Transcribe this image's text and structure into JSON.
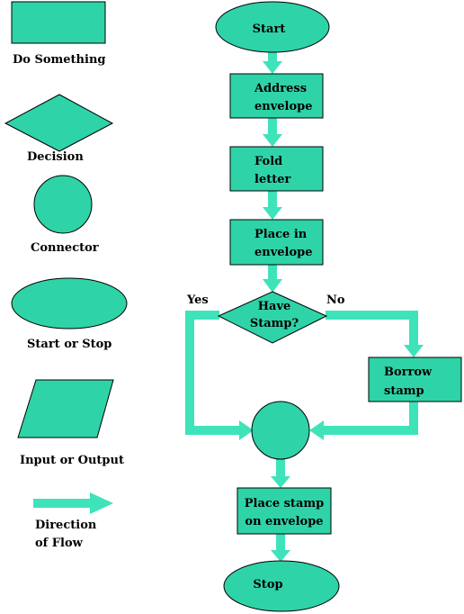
{
  "colors": {
    "shape_fill": "#2fd3a8",
    "outline": "#000000",
    "flow": "#3fe3ba",
    "background": "#ffffff"
  },
  "legend": {
    "do_something": "Do Something",
    "decision": "Decision",
    "connector": "Connector",
    "start_or_stop": "Start or Stop",
    "input_or_output": "Input or Output",
    "direction_line1": "Direction",
    "direction_line2": "of  Flow"
  },
  "flowchart": {
    "start": "Start",
    "address": [
      "Address",
      "envelope"
    ],
    "fold": [
      "Fold",
      "letter"
    ],
    "place": [
      "Place in",
      "envelope"
    ],
    "decision": [
      "Have",
      "Stamp?"
    ],
    "yes": "Yes",
    "no": "No",
    "borrow": [
      "Borrow",
      "stamp"
    ],
    "place_stamp": [
      "Place stamp",
      "on envelope"
    ],
    "stop": "Stop"
  }
}
